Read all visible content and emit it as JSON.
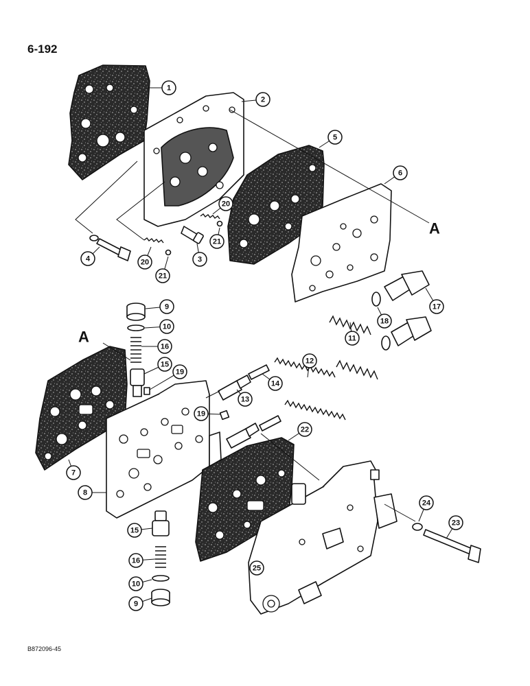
{
  "page_number": "6-192",
  "figure_code": "B872096-45",
  "reference_letter": "A",
  "callouts": [
    {
      "id": "c1",
      "label": "1"
    },
    {
      "id": "c2",
      "label": "2"
    },
    {
      "id": "c3",
      "label": "3"
    },
    {
      "id": "c4",
      "label": "4"
    },
    {
      "id": "c5",
      "label": "5"
    },
    {
      "id": "c6",
      "label": "6"
    },
    {
      "id": "c7",
      "label": "7"
    },
    {
      "id": "c8",
      "label": "8"
    },
    {
      "id": "c9a",
      "label": "9"
    },
    {
      "id": "c9b",
      "label": "9"
    },
    {
      "id": "c10a",
      "label": "10"
    },
    {
      "id": "c10b",
      "label": "10"
    },
    {
      "id": "c11",
      "label": "11"
    },
    {
      "id": "c12",
      "label": "12"
    },
    {
      "id": "c13",
      "label": "13"
    },
    {
      "id": "c14",
      "label": "14"
    },
    {
      "id": "c15a",
      "label": "15"
    },
    {
      "id": "c15b",
      "label": "15"
    },
    {
      "id": "c16a",
      "label": "16"
    },
    {
      "id": "c16b",
      "label": "16"
    },
    {
      "id": "c17",
      "label": "17"
    },
    {
      "id": "c18",
      "label": "18"
    },
    {
      "id": "c19a",
      "label": "19"
    },
    {
      "id": "c19b",
      "label": "19"
    },
    {
      "id": "c20a",
      "label": "20"
    },
    {
      "id": "c20b",
      "label": "20"
    },
    {
      "id": "c21a",
      "label": "21"
    },
    {
      "id": "c21b",
      "label": "21"
    },
    {
      "id": "c22",
      "label": "22"
    },
    {
      "id": "c23",
      "label": "23"
    },
    {
      "id": "c24",
      "label": "24"
    },
    {
      "id": "c25",
      "label": "25"
    }
  ]
}
